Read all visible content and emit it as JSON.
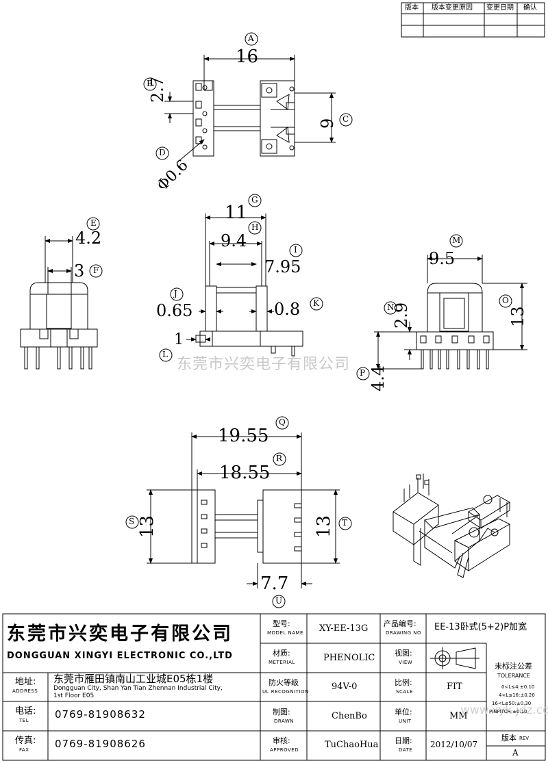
{
  "revision_table": {
    "headers": [
      "版本",
      "版本变更原因",
      "变更日期",
      "确认"
    ]
  },
  "dimensions": {
    "A": "16",
    "B": "2.7",
    "C": "9",
    "D": "Φ0.6",
    "E": "4.2",
    "F": "3",
    "G": "11",
    "H": "9.4",
    "I": "7.95",
    "J": "0.65",
    "K": "0.8",
    "L": "1",
    "M": "9.5",
    "N": "2.9",
    "O": "13",
    "P": "4.4",
    "Q": "19.55",
    "R": "18.55",
    "S": "13",
    "T": "13",
    "U": "7.7"
  },
  "watermark": "东莞市兴奕电子有限公司",
  "corner_watermark": "www.xyk jdz.com",
  "title_block": {
    "company_cn": "东莞市兴奕电子有限公司",
    "company_en": "DONGGUAN XINGYI ELECTRONIC CO.,LTD",
    "address_label": "地址:",
    "address_sub": "ADDRESS",
    "address_cn": "东莞市雁田镇南山工业城E05栋1楼",
    "address_en_1": "Dongguan City, Shan Yan Tian Zhennan Industrial City,",
    "address_en_2": "1st Floor E05",
    "tel_label": "电话:",
    "tel_sub": "TEL",
    "tel": "0769-81908632",
    "fax_label": "传真:",
    "fax_sub": "FAX",
    "fax": "0769-81908626",
    "model_label": "型号:",
    "model_sub": "MODEL NAME",
    "model": "XY-EE-13G",
    "material_label": "材质:",
    "material_sub": "METERIAL",
    "material": "PHENOLIC",
    "fire_label": "防火等级",
    "fire_sub": "UL RECOGNITION",
    "fire": "94V-0",
    "drawn_label": "制图:",
    "drawn_sub": "DRAWN",
    "drawn": "ChenBo",
    "approved_label": "审核:",
    "approved_sub": "APPROVED",
    "approved": "TuChaoHua",
    "drawing_no_label": "产品编号:",
    "drawing_no_sub": "DRAWING NO",
    "drawing_no": "EE-13卧式(5+2)P加宽",
    "view_label": "视图:",
    "view_sub": "VIEW",
    "scale_label": "比例:",
    "scale_sub": "SCALE",
    "scale": "FIT",
    "unit_label": "单位:",
    "unit_sub": "UNIT",
    "unit": "MM",
    "date_label": "日期:",
    "date_sub": "DATE",
    "date": "2012/10/07",
    "tolerance_title": "未标注公差",
    "tolerance_sub": "TOLERANCE",
    "tolerance_1": "0<L≤4:±0.10",
    "tolerance_2": "4<L≤16:±0.20",
    "tolerance_3": "16<L≤50:±0.30",
    "tolerance_4": "PINPITCH:±0.10",
    "rev_label": "版本",
    "rev_sub": "REV",
    "rev": "A"
  }
}
